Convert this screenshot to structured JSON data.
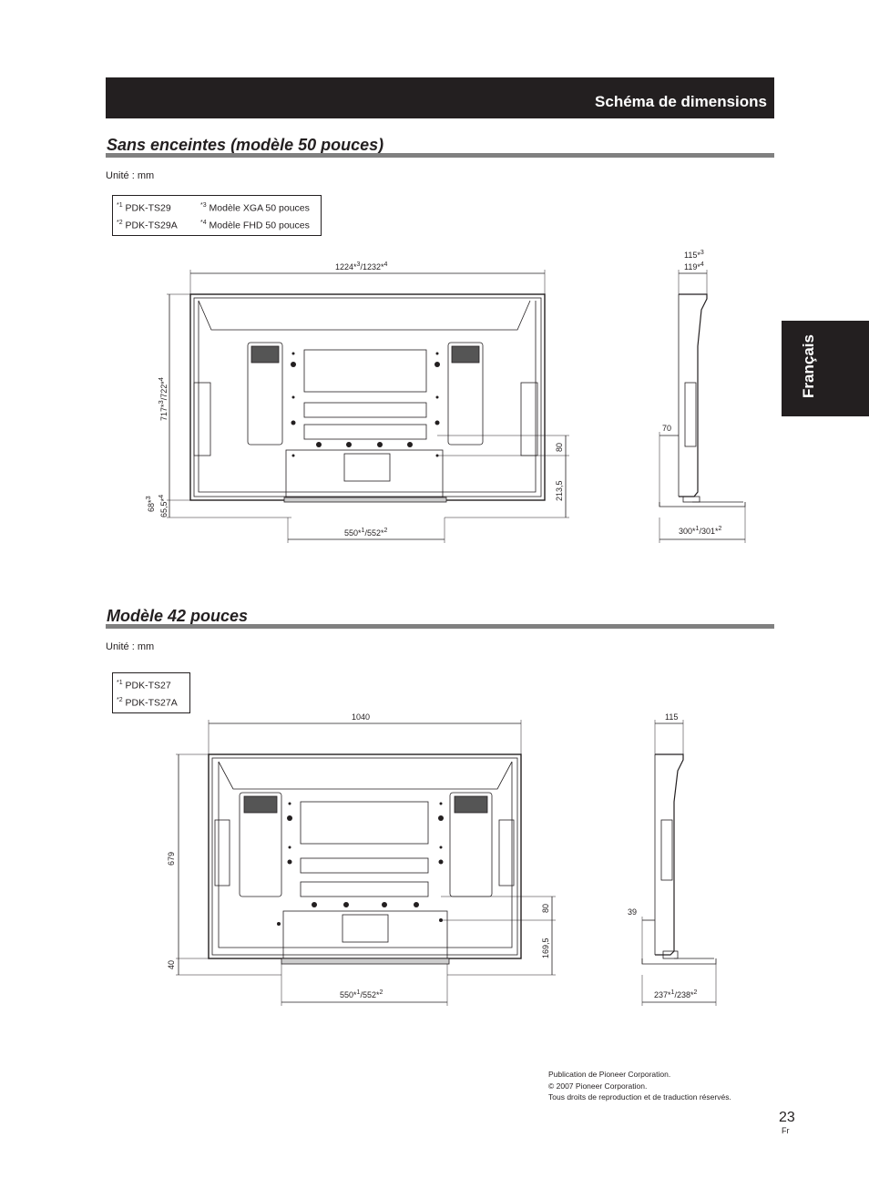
{
  "header": {
    "title": "Schéma de dimensions"
  },
  "side_tab": {
    "label": "Français"
  },
  "section50": {
    "title": "Sans enceintes (modèle 50 pouces)",
    "unit": "Unité : mm",
    "legend": {
      "m1_mark": "*1",
      "m1": "PDK-TS29",
      "m2_mark": "*2",
      "m2": "PDK-TS29A",
      "m3_mark": "*3",
      "m3": "Modèle XGA 50 pouces",
      "m4_mark": "*4",
      "m4": "Modèle FHD 50 pouces"
    },
    "dims": {
      "width": "1224*3/1232*4",
      "height": "717*3/722*4",
      "bottom_a": "68*3",
      "bottom_b": "65,5*4",
      "depth_top_a": "115*3",
      "depth_top_b": "119*4",
      "v80": "80",
      "v2135": "213,5",
      "base_width": "550*1/552*2",
      "side_70": "70",
      "side_base": "300*1/301*2"
    }
  },
  "section42": {
    "title": "Modèle 42 pouces",
    "unit": "Unité : mm",
    "legend": {
      "m1_mark": "*1",
      "m1": "PDK-TS27",
      "m2_mark": "*2",
      "m2": "PDK-TS27A"
    },
    "dims": {
      "width": "1040",
      "height": "679",
      "bottom": "40",
      "depth_top": "115",
      "v80": "80",
      "v1695": "169,5",
      "base_width": "550*1/552*2",
      "side_39": "39",
      "side_base": "237*1/238*2"
    }
  },
  "footer": {
    "line1": "Publication de Pioneer Corporation.",
    "line2": "© 2007 Pioneer Corporation.",
    "line3": "Tous droits de reproduction et de traduction réservés."
  },
  "page": {
    "number": "23",
    "lang": "Fr"
  }
}
